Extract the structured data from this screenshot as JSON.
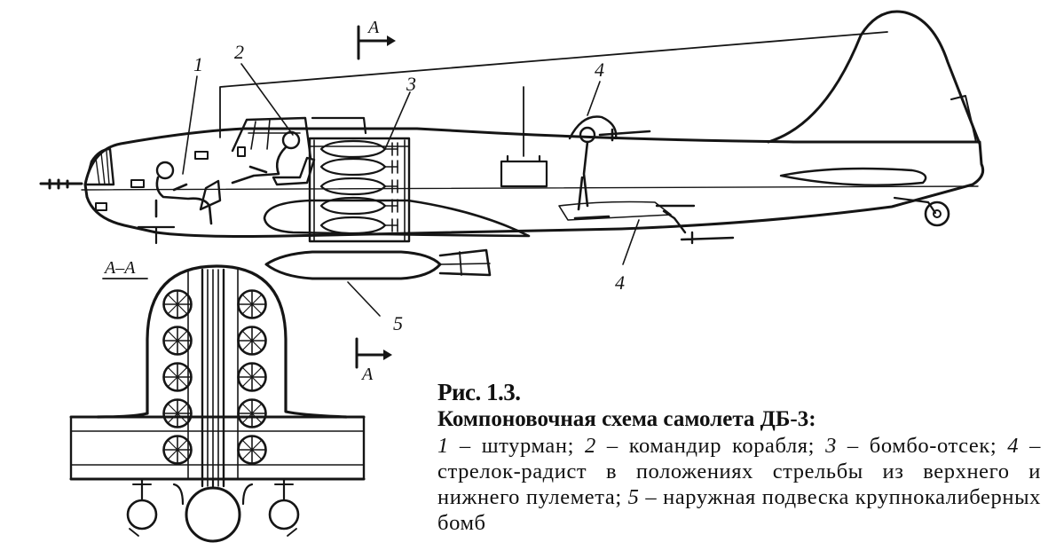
{
  "diagram": {
    "labels": {
      "navigator": "1",
      "commander": "2",
      "bomb_bay": "3",
      "gunner_upper": "4",
      "gunner_lower": "4",
      "external_bomb": "5"
    },
    "section": {
      "marker_letter": "A",
      "view_title": "А–А"
    }
  },
  "caption": {
    "figure_number": "Рис. 1.3.",
    "title": "Компоновочная схема самолета ДБ-3:",
    "legend": [
      {
        "num": "1",
        "text": " – штурман; "
      },
      {
        "num": "2",
        "text": " – командир корабля; "
      },
      {
        "num": "3",
        "text": " – бомбо-отсек; "
      },
      {
        "num": "4",
        "text": " – стрелок-радист в положениях стрельбы из верхнего и нижнего пулемета; "
      },
      {
        "num": "5",
        "text": " – наружная подвеска крупнокалиберных бомб"
      }
    ]
  }
}
